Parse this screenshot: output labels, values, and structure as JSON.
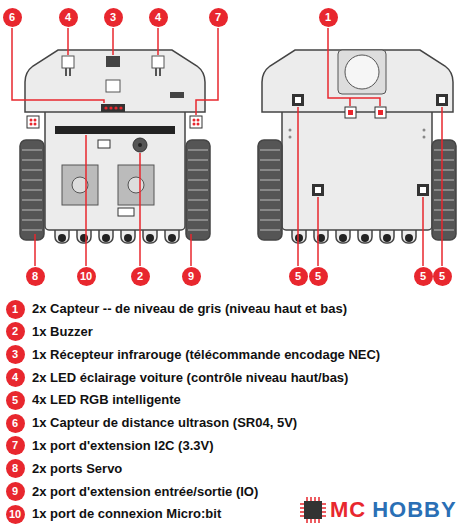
{
  "diagram": {
    "nodes": [
      {
        "text": [
          "6"
        ]
      },
      {
        "text": [
          "4"
        ]
      },
      {
        "text": [
          "3"
        ]
      },
      {
        "text": [
          "4"
        ]
      },
      {
        "text": [
          "7"
        ]
      },
      {
        "text": [
          "1"
        ]
      },
      {
        "text": [
          "8"
        ]
      },
      {
        "text": [
          "10"
        ]
      },
      {
        "text": [
          "2"
        ]
      },
      {
        "text": [
          "9"
        ]
      },
      {
        "text": [
          "5"
        ]
      },
      {
        "text": [
          "5"
        ]
      },
      {
        "text": [
          "5"
        ]
      },
      {
        "text": [
          "5"
        ]
      },
      {
        "text": [
          "1"
        ]
      },
      {
        "text": [
          "2"
        ]
      },
      {
        "text": [
          "3"
        ]
      },
      {
        "text": [
          "4"
        ]
      },
      {
        "text": [
          "5"
        ]
      },
      {
        "text": [
          "6"
        ]
      },
      {
        "text": [
          "7"
        ]
      },
      {
        "text": [
          "8"
        ]
      },
      {
        "text": [
          "9"
        ]
      },
      {
        "text": [
          "10"
        ]
      }
    ],
    "labels": [
      "2x Capteur -- de niveau de gris (niveau haut et bas)",
      "1x Buzzer",
      "1x Récepteur infrarouge (télécommande encodage NEC)",
      "2x LED éclairage voiture (contrôle niveau haut/bas)",
      "4x LED RGB intelligente",
      "1x Capteur de distance ultrason (SR04, 5V)",
      "1x port d'extension I2C (3.3V)",
      "2x ports Servo",
      "2x port d'extension entrée/sortie (IO)",
      "1x port de connexion Micro:bit",
      "MC",
      "HOBBY"
    ]
  }
}
